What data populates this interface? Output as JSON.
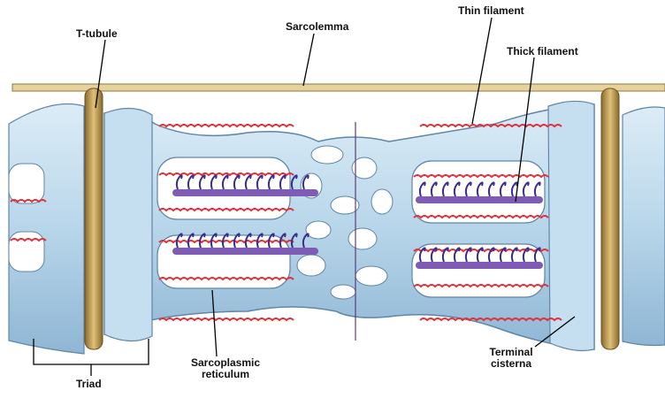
{
  "labels": {
    "t_tubule": "T-tubule",
    "sarcolemma": "Sarcolemma",
    "thin_filament": "Thin filament",
    "thick_filament": "Thick filament",
    "sarcoplasmic_reticulum_line1": "Sarcoplasmic",
    "sarcoplasmic_reticulum_line2": "reticulum",
    "terminal_cisterna_line1": "Terminal",
    "terminal_cisterna_line2": "cisterna",
    "triad": "Triad"
  },
  "colors": {
    "sarcolemma": "#d9c48a",
    "t_tubule": "#c9a45a",
    "sarcoplasmic_reticulum": "#b8d6ea",
    "sr_outline": "#5e86a8",
    "thin_filament": "#e0303a",
    "thick_filament": "#7e5bb5",
    "myosin_heads": "#3a2c8c"
  }
}
